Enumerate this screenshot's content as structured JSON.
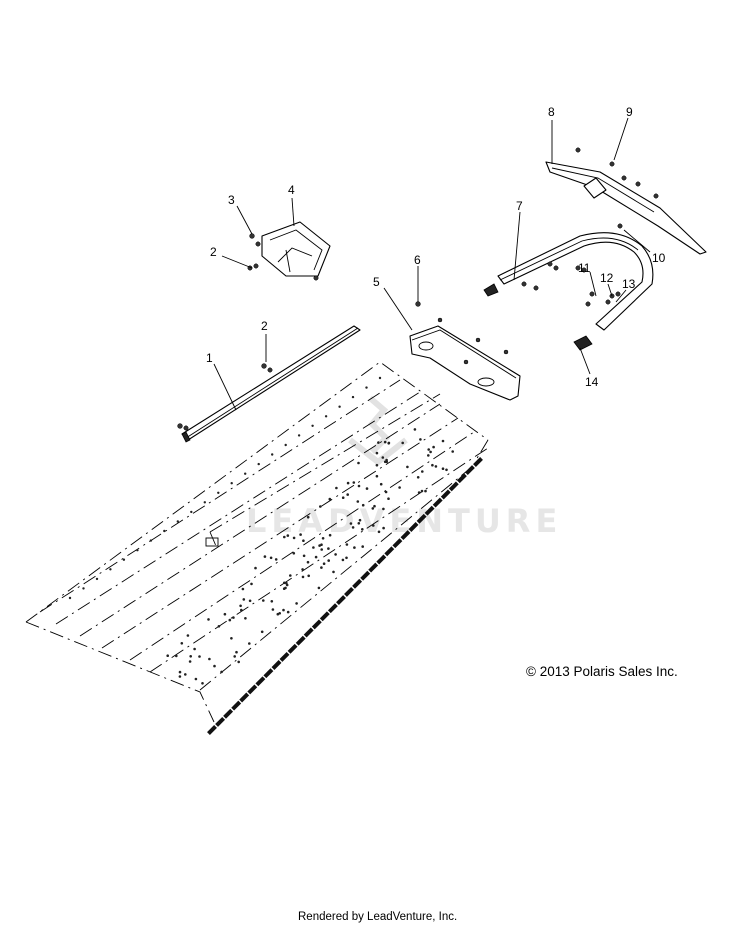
{
  "diagram": {
    "callouts": [
      "1",
      "2",
      "2",
      "3",
      "4",
      "5",
      "6",
      "7",
      "8",
      "9",
      "10",
      "11",
      "12",
      "13",
      "14"
    ],
    "copyright": "© 2013 Polaris Sales Inc.",
    "watermark": "LEADVENTURE",
    "footer": "Rendered by LeadVenture, Inc."
  }
}
